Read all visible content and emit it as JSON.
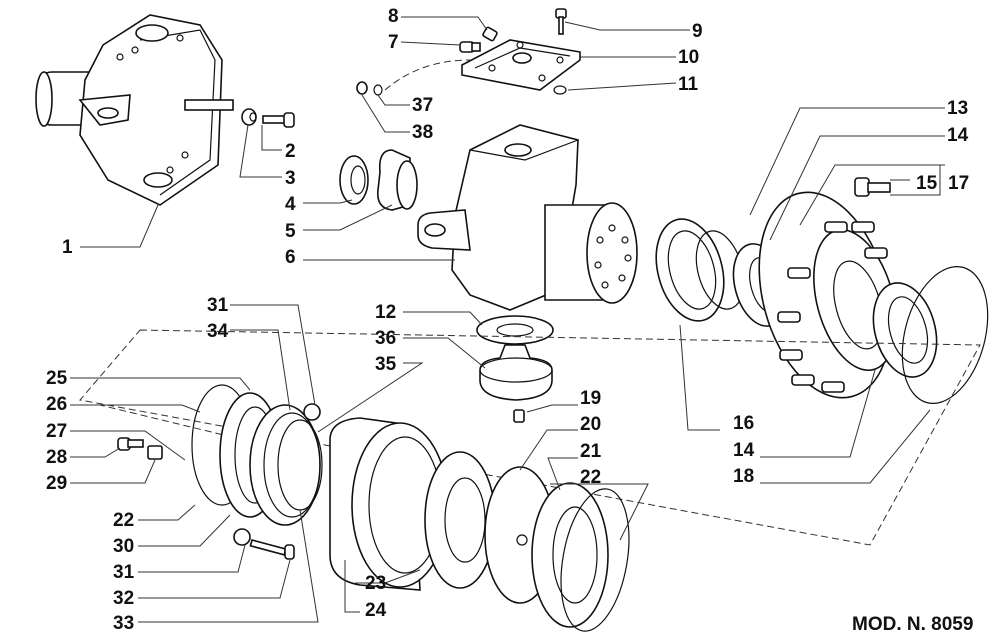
{
  "diagram": {
    "model_label": "MOD. N. 8059",
    "callouts": [
      {
        "id": "c1",
        "text": "1"
      },
      {
        "id": "c2",
        "text": "2"
      },
      {
        "id": "c3",
        "text": "3"
      },
      {
        "id": "c4",
        "text": "4"
      },
      {
        "id": "c5",
        "text": "5"
      },
      {
        "id": "c6",
        "text": "6"
      },
      {
        "id": "c7",
        "text": "7"
      },
      {
        "id": "c8",
        "text": "8"
      },
      {
        "id": "c9",
        "text": "9"
      },
      {
        "id": "c10",
        "text": "10"
      },
      {
        "id": "c11",
        "text": "11"
      },
      {
        "id": "c12",
        "text": "12"
      },
      {
        "id": "c13",
        "text": "13"
      },
      {
        "id": "c14a",
        "text": "14"
      },
      {
        "id": "c15",
        "text": "15"
      },
      {
        "id": "c17",
        "text": "17"
      },
      {
        "id": "c16",
        "text": "16"
      },
      {
        "id": "c14b",
        "text": "14"
      },
      {
        "id": "c18",
        "text": "18"
      },
      {
        "id": "c19",
        "text": "19"
      },
      {
        "id": "c20",
        "text": "20"
      },
      {
        "id": "c21",
        "text": "21"
      },
      {
        "id": "c22a",
        "text": "22"
      },
      {
        "id": "c23",
        "text": "23"
      },
      {
        "id": "c24",
        "text": "24"
      },
      {
        "id": "c25",
        "text": "25"
      },
      {
        "id": "c26",
        "text": "26"
      },
      {
        "id": "c27",
        "text": "27"
      },
      {
        "id": "c28",
        "text": "28"
      },
      {
        "id": "c29",
        "text": "29"
      },
      {
        "id": "c22b",
        "text": "22"
      },
      {
        "id": "c30",
        "text": "30"
      },
      {
        "id": "c31a",
        "text": "31"
      },
      {
        "id": "c32",
        "text": "32"
      },
      {
        "id": "c33",
        "text": "33"
      },
      {
        "id": "c31b",
        "text": "31"
      },
      {
        "id": "c34",
        "text": "34"
      },
      {
        "id": "c35",
        "text": "35"
      },
      {
        "id": "c36",
        "text": "36"
      },
      {
        "id": "c37",
        "text": "37"
      },
      {
        "id": "c38",
        "text": "38"
      }
    ]
  }
}
